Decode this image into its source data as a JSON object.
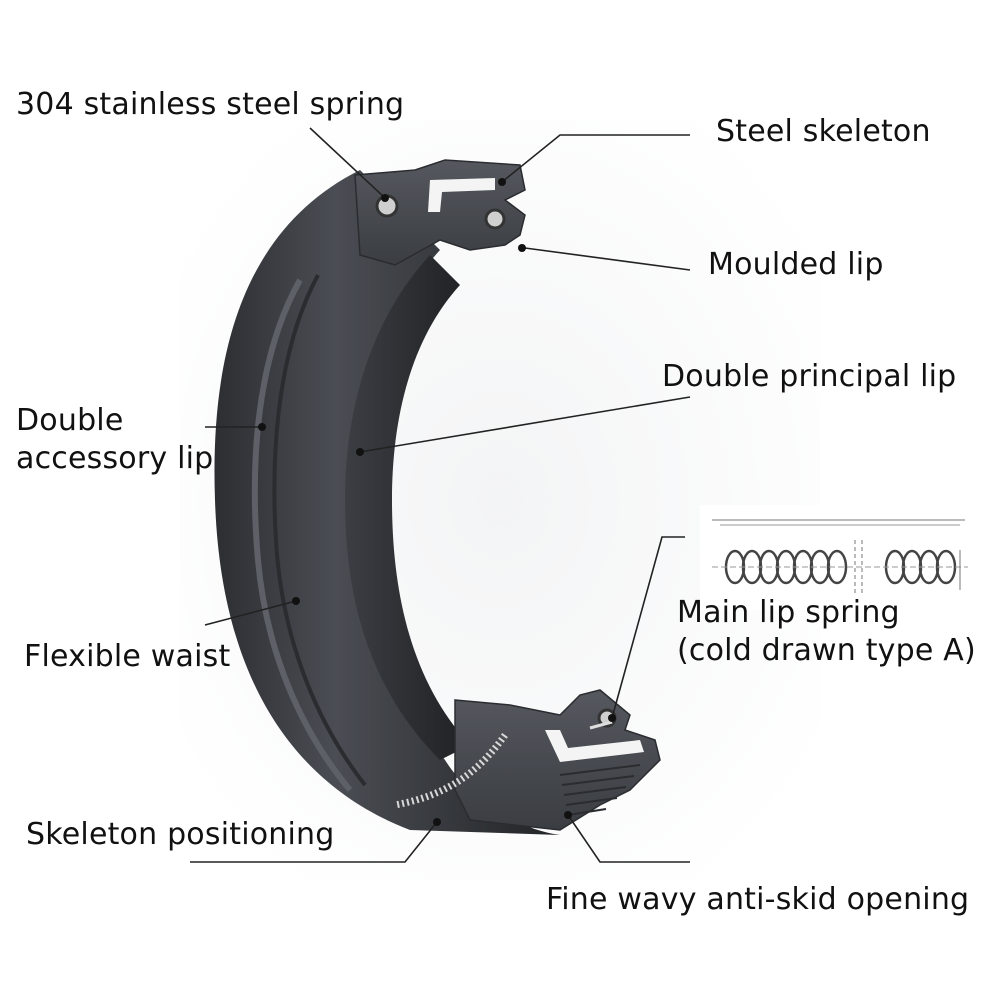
{
  "labels": {
    "spring304": "304 stainless steel spring",
    "steel_skeleton": "Steel skeleton",
    "moulded_lip": "Moulded lip",
    "double_principal_lip": "Double principal lip",
    "double_accessory_lip_1": "Double",
    "double_accessory_lip_2": "accessory lip",
    "main_lip_spring_1": "Main lip spring",
    "main_lip_spring_2": "(cold drawn type A)",
    "flexible_waist": "Flexible waist",
    "skeleton_positioning": "Skeleton positioning",
    "fine_wavy": "Fine wavy anti-skid opening"
  },
  "colors": {
    "rubber": "#3a3d42",
    "rubber_dark": "#26282c",
    "rubber_light": "#5a5e64",
    "steel": "#f4f4f4",
    "leader": "#222222"
  }
}
